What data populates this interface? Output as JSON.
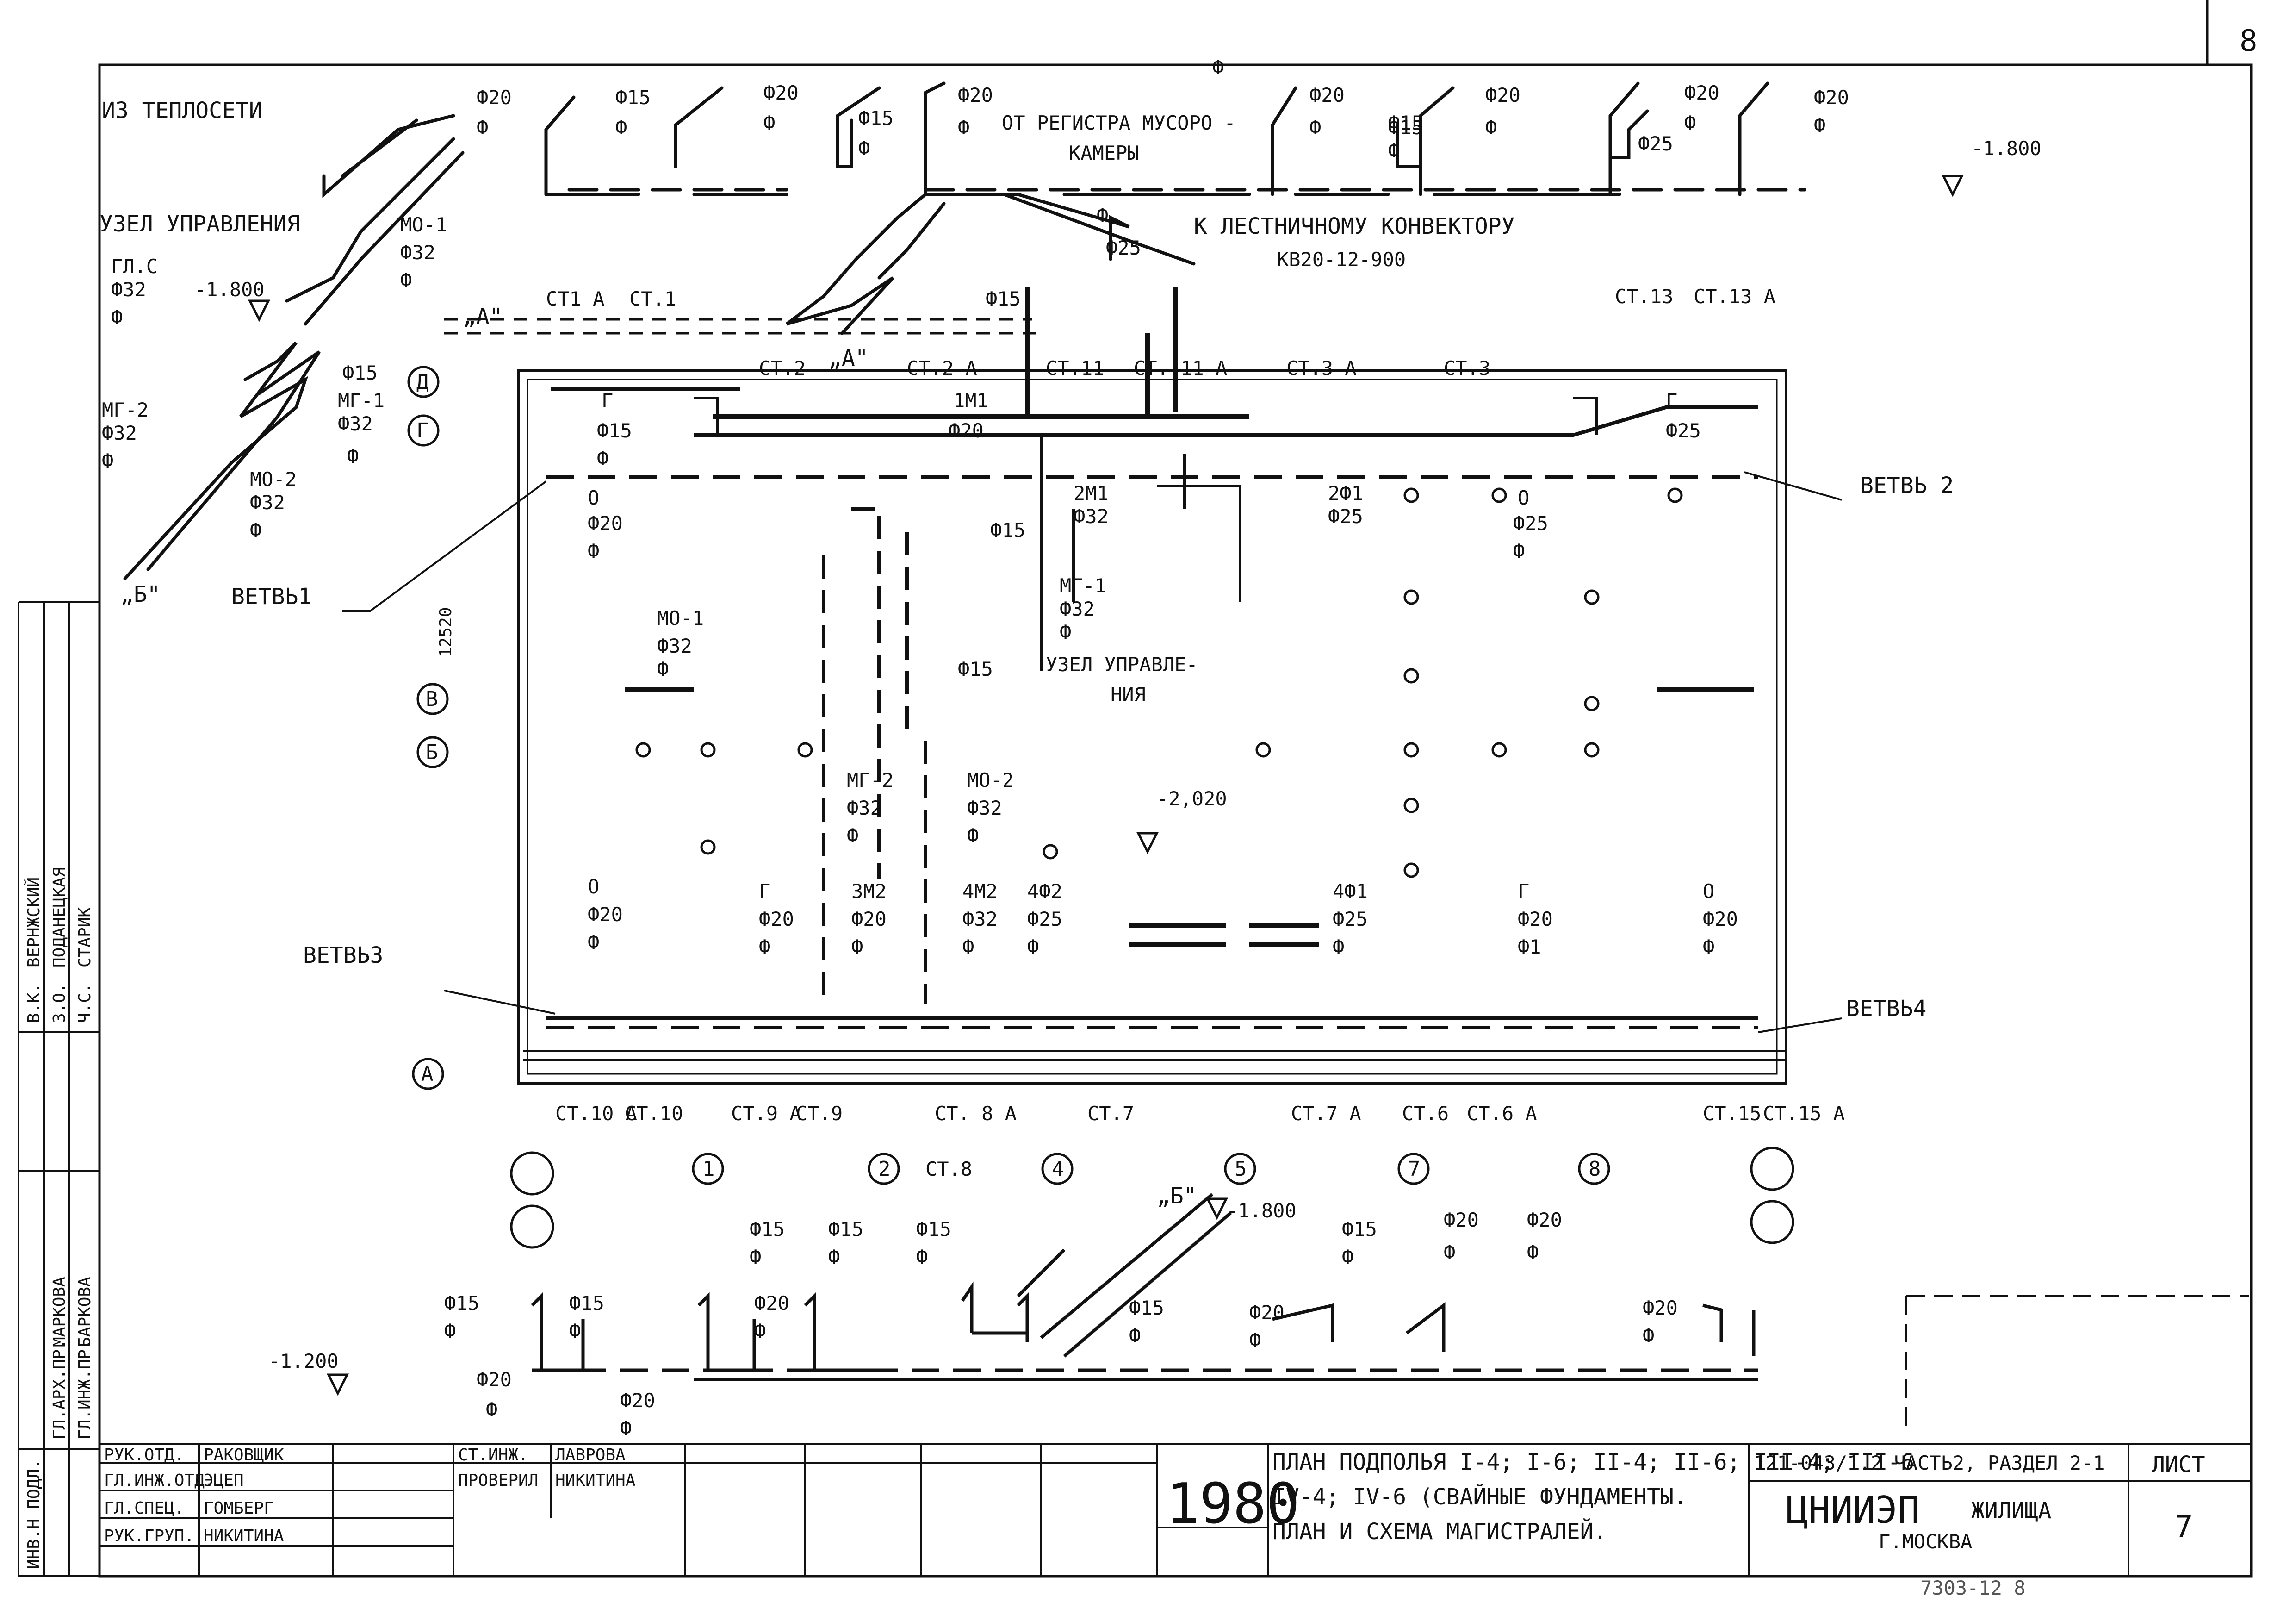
{
  "sheet_corner_number": "8",
  "labels": {
    "iz_teploseti": "ИЗ ТЕПЛОСЕТИ",
    "uzel_upr_1": "УЗЕЛ УПРАВЛЕНИЯ",
    "uzel_upr_2a": "УЗЕЛ УПРАВЛЕ-",
    "uzel_upr_2b": "НИЯ",
    "ot_registra_1": "ОТ РЕГИСТРА МУСОРО -",
    "ot_registra_2": "КАМЕРЫ",
    "konvektor_1": "К ЛЕСТНИЧНОМУ КОНВЕКТОРУ",
    "konvektor_2": "КВ20-12-900",
    "point_a1": "„А\"",
    "point_a2": "„А\"",
    "point_b1": "„Б\"",
    "point_b2": "„Б\"",
    "vetv1": "ВЕТВЬ1",
    "vetv2": "ВЕТВЬ 2",
    "vetv3": "ВЕТВЬ3",
    "vetv4": "ВЕТВЬ4",
    "dim_12520": "12520"
  },
  "levels": [
    "-1.800",
    "-1.800",
    "-2,020",
    "-1.800",
    "-1.200"
  ],
  "risers": [
    "СТ1 А",
    "СТ.1",
    "СТ.2",
    "СТ.2 А",
    "СТ.11",
    "СТ. 11 А",
    "СТ.3 А",
    "СТ.3",
    "СТ.13",
    "СТ.13 А",
    "СТ.10 А",
    "СТ.10",
    "СТ.9 А",
    "СТ.9",
    "СТ. 8 А",
    "СТ.8",
    "СТ.7",
    "СТ.7 А",
    "СТ.6",
    "СТ.6 А",
    "СТ.15",
    "СТ.15 А"
  ],
  "pipe_codes": [
    "ГЛ.С",
    "Ф32",
    "Ф",
    "МГ-2",
    "Ф32",
    "Ф",
    "МО-1",
    "Ф32",
    "Ф",
    "МГ-1",
    "Ф32",
    "Ф",
    "МО-2",
    "Ф32",
    "Ф",
    "Ф15",
    "Г",
    "Ф15",
    "Ф",
    "О",
    "Ф20",
    "Ф",
    "1М1",
    "Ф20",
    "2М1",
    "Ф32",
    "2Ф1",
    "Ф25",
    "Г",
    "Ф25",
    "О",
    "Ф25",
    "Ф",
    "МО-1",
    "Ф32",
    "Ф",
    "МГ-1",
    "Ф32",
    "Ф",
    "Ф15",
    "Ф15",
    "МГ-2",
    "Ф32",
    "Ф",
    "МО-2",
    "Ф32",
    "Ф",
    "О",
    "Ф20",
    "Ф",
    "Г",
    "Ф20",
    "Ф",
    "3М2",
    "Ф20",
    "Ф",
    "4М2",
    "Ф32",
    "Ф",
    "4Ф2",
    "Ф25",
    "Ф",
    "4Ф1",
    "Ф25",
    "Ф",
    "Г",
    "Ф20",
    "Ф1",
    "О",
    "Ф20",
    "Ф"
  ],
  "top_scheme_labels": [
    "Ф20",
    "Ф",
    "Ф15",
    "Ф",
    "Ф20",
    "Ф",
    "Ф15",
    "Ф",
    "Ф20",
    "Ф",
    "Ф20",
    "Ф",
    "Ф20",
    "Ф",
    "Ф15",
    "Ф",
    "Ф20",
    "Ф",
    "Ф20",
    "Ф",
    "Ф25",
    "Ф",
    "Ф25",
    "Ф15",
    "Ф",
    "Ф15"
  ],
  "bottom_scheme_labels": [
    "Ф15",
    "Ф",
    "Ф15",
    "Ф",
    "Ф15",
    "Ф",
    "Ф15",
    "Ф",
    "Ф15",
    "Ф",
    "Ф20",
    "Ф",
    "Ф20",
    "Ф",
    "Ф20",
    "Ф",
    "Ф15",
    "Ф",
    "Ф20",
    "Ф",
    "Ф15",
    "Ф",
    "Ф20",
    "Ф",
    "Ф20",
    "Ф",
    "Ф20",
    "Ф"
  ],
  "axes_letters": [
    "Д",
    "Г",
    "В",
    "Б",
    "А"
  ],
  "axes_numbers": [
    "1",
    "2",
    "4",
    "5",
    "7",
    "8"
  ],
  "stamp": {
    "year": "1980",
    "title_1": "ПЛАН ПОДПОЛЬЯ I-4; I-6; II-4; II-6; III-4; III-6",
    "title_2": "IV-4; IV-6 (СВАЙНЫЕ ФУНДАМЕНТЫ.",
    "title_3": "ПЛАН И СХЕМА МАГИСТРАЛЕЙ.",
    "doc_code": "121-043/1.2 ЧАСТЬ2, РАЗДЕЛ 2-1",
    "org": "ЦНИИЭП",
    "org_suffix": "ЖИЛИЩА",
    "city": "Г.МОСКВА",
    "list_label": "ЛИСТ",
    "list_no": "7",
    "roles": [
      {
        "role": "РУК.ОТД.",
        "name": "РАКОВЩИК"
      },
      {
        "role": "ГЛ.ИНЖ.ОТД.",
        "name": "ЭЦЕП"
      },
      {
        "role": "ГЛ.СПЕЦ.",
        "name": "ГОМБЕРГ"
      },
      {
        "role": "РУК.ГРУП.",
        "name": "НИКИТИНА"
      }
    ],
    "roles2": [
      {
        "role": "СТ.ИНЖ.",
        "name": "ЛАВРОВА"
      },
      {
        "role": "ПРОВЕРИЛ",
        "name": "НИКИТИНА"
      }
    ],
    "left_roles": [
      "В.К.",
      "З.О.",
      "Ч.С."
    ],
    "left_names": [
      "ВЕРНЖСКИЙ",
      "ПОДАНЕЦКАЯ",
      "СТАРИК"
    ],
    "left_roles2": [
      "ГЛ.АРХ.ПР.",
      "ГЛ.ИНЖ.ПР."
    ],
    "left_names2": [
      "МАРКОВА",
      "БАРКОВА"
    ],
    "inv": "ИНВ.Н ПОДЛ.",
    "bottom_stamp_text": "7303-12   8"
  }
}
